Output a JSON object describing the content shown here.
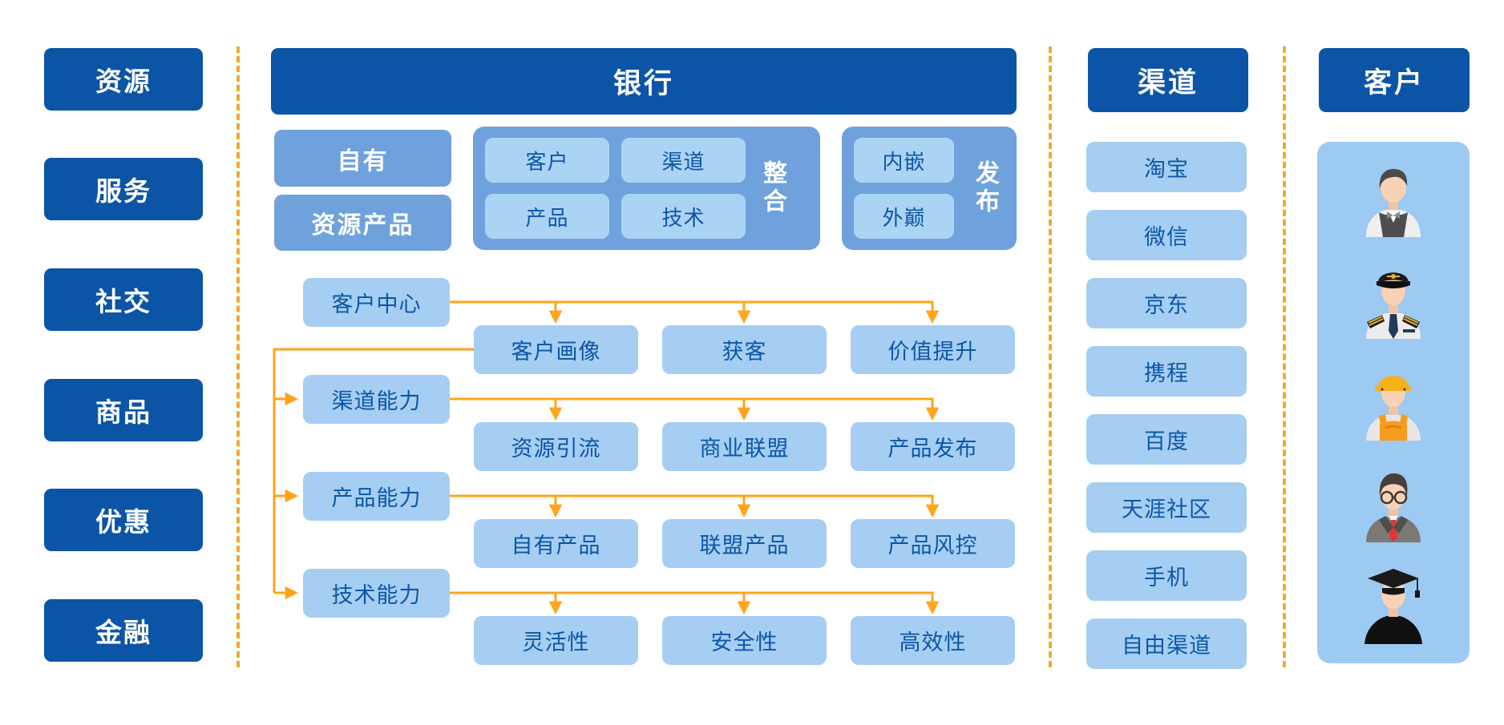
{
  "colors": {
    "primary_dark_blue": "#0C54A6",
    "medium_blue": "#6FA1DC",
    "light_blue": "#A5CEF2",
    "cell_blue": "#ABD3F4",
    "text_blue": "#0D56A7",
    "connector_orange": "#FFA41B",
    "separator_orange": "#EFAC26"
  },
  "left_rail": {
    "items": [
      "资源",
      "服务",
      "社交",
      "商品",
      "优惠",
      "金融"
    ]
  },
  "bank": {
    "title": "银行",
    "own": [
      "自有",
      "资源产品"
    ],
    "integration": {
      "label": "整合",
      "cells": [
        "客户",
        "渠道",
        "产品",
        "技术"
      ]
    },
    "publish": {
      "label": "发布",
      "cells": [
        "内嵌",
        "外巅"
      ]
    },
    "rows": [
      {
        "capability": "客户中心",
        "results": [
          "客户画像",
          "获客",
          "价值提升"
        ]
      },
      {
        "capability": "渠道能力",
        "results": [
          "资源引流",
          "商业联盟",
          "产品发布"
        ]
      },
      {
        "capability": "产品能力",
        "results": [
          "自有产品",
          "联盟产品",
          "产品风控"
        ]
      },
      {
        "capability": "技术能力",
        "results": [
          "灵活性",
          "安全性",
          "高效性"
        ]
      }
    ]
  },
  "channels": {
    "title": "渠道",
    "items": [
      "淘宝",
      "微信",
      "京东",
      "携程",
      "百度",
      "天涯社区",
      "手机",
      "自由渠道"
    ]
  },
  "customers": {
    "title": "客户",
    "avatars": [
      "waiter",
      "pilot",
      "construction-worker",
      "businessman",
      "graduate"
    ]
  }
}
